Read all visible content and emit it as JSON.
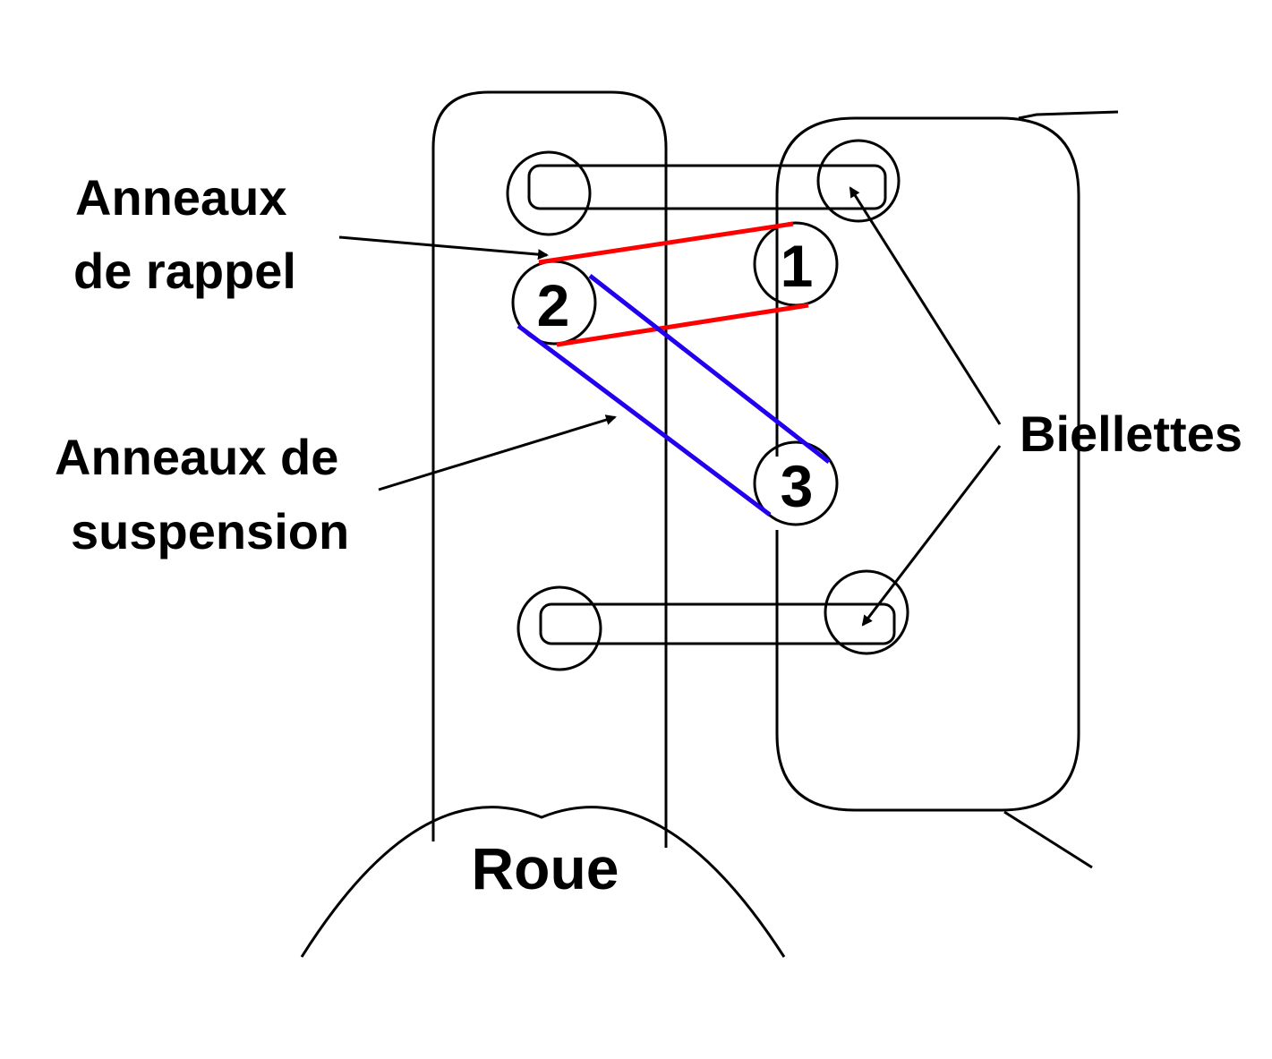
{
  "labels": {
    "anneaux_rappel_line1": "Anneaux",
    "anneaux_rappel_line2": "de rappel",
    "anneaux_suspension_line1": "Anneaux de",
    "anneaux_suspension_line2": "suspension",
    "biellettes": "Biellettes",
    "roue": "Roue"
  },
  "ring_numbers": {
    "one": "1",
    "two": "2",
    "three": "3"
  },
  "colors": {
    "outline": "#000000",
    "rappel_rings": "#ff0000",
    "suspension_rings": "#2200ee",
    "background": "#ffffff"
  }
}
